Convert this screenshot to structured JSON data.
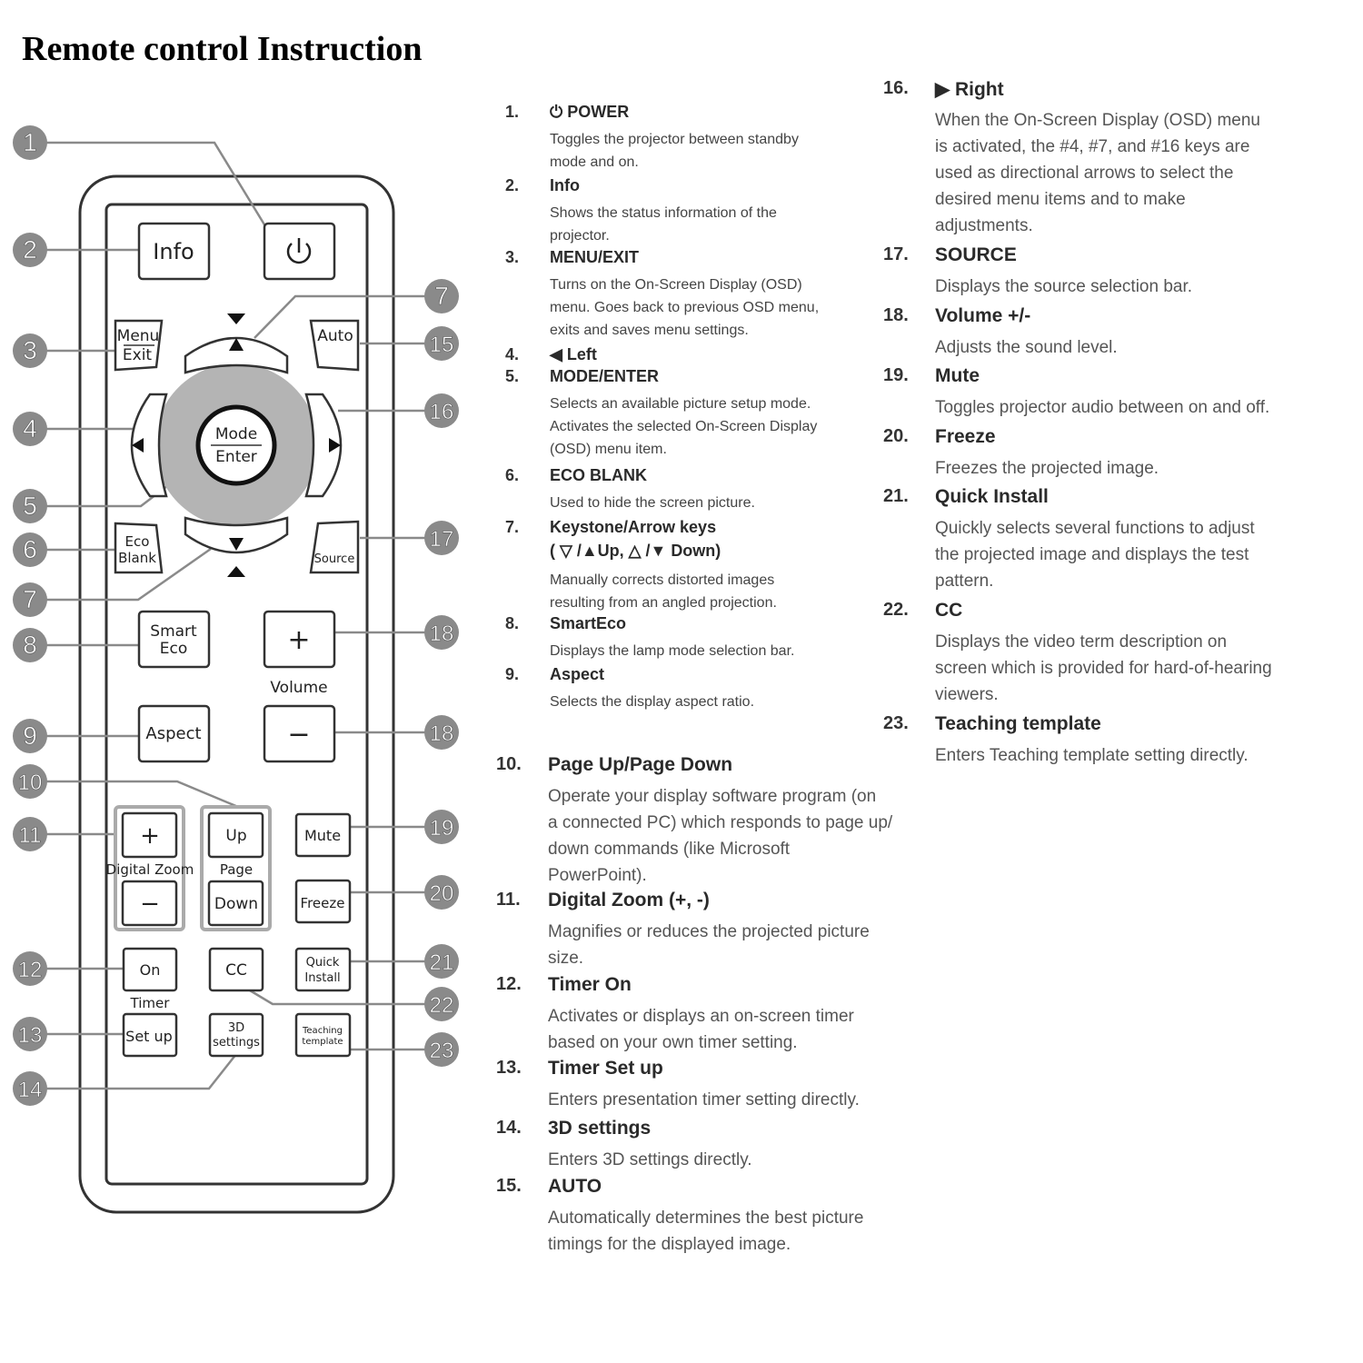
{
  "title": "Remote control Instruction",
  "colors": {
    "body": "#ffffff",
    "outline": "#333333",
    "callout": "#8a8a8a",
    "dpad": "#b4b4b4",
    "text": "#444444"
  },
  "remote": {
    "callouts": [
      "1",
      "2",
      "3",
      "4",
      "5",
      "6",
      "7",
      "7",
      "8",
      "9",
      "10",
      "11",
      "12",
      "13",
      "14",
      "15",
      "16",
      "17",
      "18",
      "18",
      "19",
      "20",
      "21",
      "22",
      "23"
    ],
    "buttons": {
      "info": "Info",
      "power_icon": "power-icon",
      "menu": "Menu",
      "exit": "Exit",
      "auto": "Auto",
      "mode": "Mode",
      "enter": "Enter",
      "eco": "Eco",
      "blank": "Blank",
      "source": "Source",
      "smart": "Smart",
      "eco2": "Eco",
      "vol_plus": "+",
      "volume": "Volume",
      "aspect": "Aspect",
      "vol_minus": "−",
      "zoom_plus": "+",
      "digital_zoom": "Digital Zoom",
      "zoom_minus": "−",
      "up": "Up",
      "page": "Page",
      "down": "Down",
      "mute": "Mute",
      "freeze": "Freeze",
      "on": "On",
      "timer": "Timer",
      "cc": "CC",
      "quick": "Quick",
      "install": "Install",
      "setup": "Set up",
      "three_d": "3D",
      "settings": "settings",
      "teaching": "Teaching",
      "template": "template"
    }
  },
  "instructions": [
    {
      "num": "1.",
      "name": "⏻ POWER",
      "desc": [
        "Toggles the projector between standby",
        "mode and on."
      ]
    },
    {
      "num": "2.",
      "name": "Info",
      "desc": [
        "Shows the status information of the",
        "projector."
      ]
    },
    {
      "num": "3.",
      "name": "MENU/EXIT",
      "desc": [
        "Turns on the On-Screen Display (OSD)",
        "menu. Goes back to previous OSD menu,",
        "exits and saves menu settings."
      ]
    },
    {
      "num": "4.",
      "name": "◀ Left",
      "desc": []
    },
    {
      "num": "5.",
      "name": "MODE/ENTER",
      "desc": [
        "Selects an available picture setup mode.",
        "Activates the selected On-Screen Display",
        "(OSD) menu item."
      ]
    },
    {
      "num": "6.",
      "name": "ECO BLANK",
      "desc": [
        "Used to hide the screen picture."
      ]
    },
    {
      "num": "7.",
      "name": "Keystone/Arrow keys",
      "name2": "( ▽ /▲Up,  △ /▼ Down)",
      "desc": [
        "Manually corrects distorted images",
        "resulting from an angled projection."
      ]
    },
    {
      "num": "8.",
      "name": "SmartEco",
      "desc": [
        "Displays the lamp mode selection bar."
      ]
    },
    {
      "num": "9.",
      "name": "Aspect",
      "desc": [
        "Selects the display aspect ratio."
      ]
    },
    {
      "num": "10.",
      "name": "Page Up/Page Down",
      "desc": [
        "Operate your display software program (on",
        "a connected PC) which responds to page up/",
        "down commands (like Microsoft",
        "PowerPoint)."
      ]
    },
    {
      "num": "11.",
      "name": "Digital Zoom (+, -)",
      "desc": [
        "Magnifies or reduces the projected picture",
        "size."
      ]
    },
    {
      "num": "12.",
      "name": "Timer On",
      "desc": [
        "Activates or displays an on-screen timer",
        "based on your own timer setting."
      ]
    },
    {
      "num": "13.",
      "name": "Timer Set up",
      "desc": [
        "Enters presentation timer setting directly."
      ]
    },
    {
      "num": "14.",
      "name": "3D settings",
      "desc": [
        "Enters 3D settings directly."
      ]
    },
    {
      "num": "15.",
      "name": "AUTO",
      "desc": [
        "Automatically determines the best picture",
        "timings for the displayed image."
      ]
    },
    {
      "num": "16.",
      "name": "▶ Right",
      "desc": [
        "When the On-Screen Display (OSD) menu",
        "is activated, the #4, #7, and #16 keys are",
        "used as directional arrows to select the",
        "desired menu items and to make",
        "adjustments."
      ]
    },
    {
      "num": "17.",
      "name": "SOURCE",
      "desc": [
        "Displays the source selection bar."
      ]
    },
    {
      "num": "18.",
      "name": "Volume +/-",
      "desc": [
        "Adjusts the sound level."
      ]
    },
    {
      "num": "19.",
      "name": "Mute",
      "desc": [
        "Toggles projector audio between on and off."
      ]
    },
    {
      "num": "20.",
      "name": "Freeze",
      "desc": [
        "Freezes the projected image."
      ]
    },
    {
      "num": "21.",
      "name": "Quick Install",
      "desc": [
        "Quickly selects several functions to adjust",
        "the projected image and displays the test",
        "pattern."
      ]
    },
    {
      "num": "22.",
      "name": "CC",
      "desc": [
        "Displays the video term description on",
        "screen which is provided for hard-of-hearing",
        "viewers."
      ]
    },
    {
      "num": "23.",
      "name": "Teaching template",
      "desc": [
        "Enters Teaching template setting directly."
      ]
    }
  ]
}
